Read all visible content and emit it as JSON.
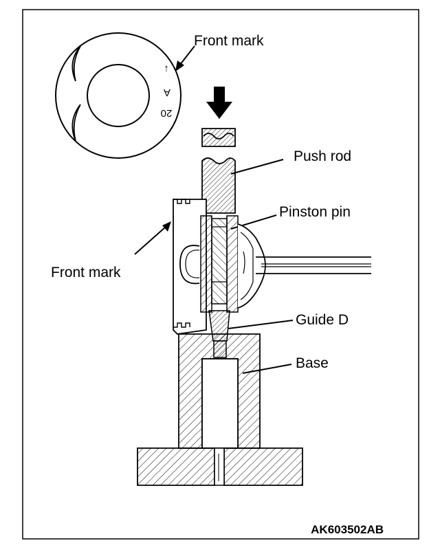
{
  "labels": {
    "front_mark_top": "Front mark",
    "push_rod": "Push rod",
    "piston_pin": "Pinston pin",
    "front_mark_left": "Front mark",
    "guide_d": "Guide D",
    "base": "Base"
  },
  "piston_marks": {
    "number": "20",
    "letter": "A",
    "arrow": "↑"
  },
  "figure_code": "AK603502AB"
}
